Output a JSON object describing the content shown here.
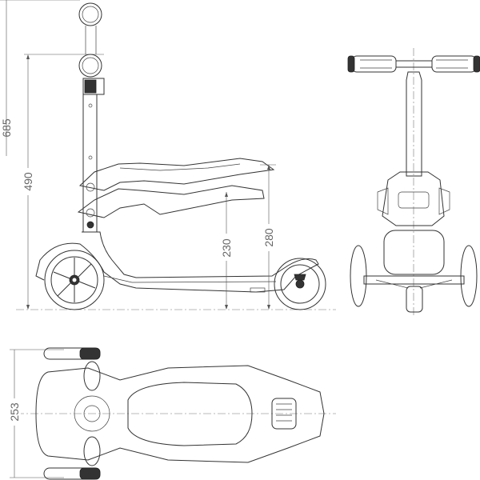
{
  "drawing": {
    "views": [
      "side-view",
      "front-view",
      "top-view"
    ],
    "dimensions": {
      "total_height": "685",
      "seat_stem_height": "490",
      "lower_seat_height": "230",
      "upper_seat_height": "280",
      "width": "253"
    },
    "colors": {
      "line": "#333333",
      "dimension": "#666666",
      "background": "#ffffff"
    }
  }
}
